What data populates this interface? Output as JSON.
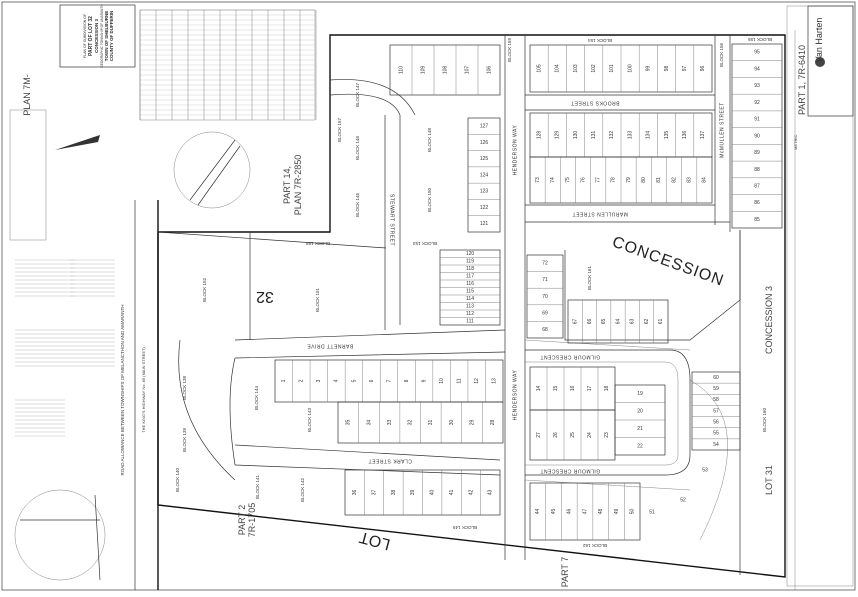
{
  "title_block": {
    "plan_label": "PLAN 7M-",
    "description": [
      "PLAN OF SUBDIVISION OF",
      "PART OF LOT 32",
      "CONCESSION 3",
      "GEOGRAPHIC TOWNSHIP OF AMARANTH",
      "TOWN OF SHELBURNE",
      "COUNTY OF DUFFERIN"
    ],
    "metric_label": "METRIC"
  },
  "firm": {
    "name": "Van Harten"
  },
  "highway": "THE KING'S HIGHWAY No. 89 (MAIN STREET)",
  "road_allowance": "ROAD ALLOWANCE BETWEEN TOWNSHIPS OF MELANCTHON AND AMARANTH",
  "big_labels": {
    "lot_number": "32",
    "lot_word": "LOT",
    "concession": "CONCESSION",
    "concession_right": "CONCESSION 3",
    "lot_right": "LOT 31"
  },
  "parts": {
    "part14": "PART 14,",
    "plan_7r2850": "PLAN 7R-2850",
    "part2": "PART 2",
    "plan_7r1705": "7R-1705",
    "part7": "PART 7",
    "part1": "PART 1, 7R-6410"
  },
  "streets": {
    "henderson": "HENDERSON WAY",
    "brooks": "BROOKS STREET",
    "mcmullen": "McMULLEN STREET",
    "marullen": "MARULLEN STREET",
    "stewart": "STEWART STREET",
    "barnett": "BARNETT DRIVE",
    "clark": "CLARK STREET",
    "gilmour1": "GILMOUR CRESCENT",
    "gilmour2": "GILMOUR CRESCENT"
  },
  "blocks": {
    "b147": "BLOCK 147",
    "b146": "BLOCK 146",
    "b145": "BLOCK 145",
    "b157": "BLOCK 157",
    "b152": "BLOCK 152",
    "b151": "BLOCK 151",
    "b158": "BLOCK 158",
    "b153": "BLOCK 153",
    "b144": "BLOCK 144",
    "b143": "BLOCK 143",
    "b139": "BLOCK 139",
    "b138": "BLOCK 138",
    "b140": "BLOCK 140",
    "b141": "BLOCK 141",
    "b142": "BLOCK 142",
    "b161": "BLOCK 161",
    "b160": "BLOCK 160",
    "b155": "BLOCK 155",
    "b156": "BLOCK 156",
    "b159": "BLOCK 159",
    "b154": "BLOCK 154",
    "b148": "BLOCK 148",
    "b150": "BLOCK 150",
    "b149": "BLOCK 149",
    "b162": "BLOCK 162"
  },
  "lots": {
    "row_96_105": [
      "105",
      "104",
      "103",
      "102",
      "101",
      "100",
      "99",
      "98",
      "97",
      "96"
    ],
    "row_128_137": [
      "128",
      "129",
      "130",
      "131",
      "132",
      "133",
      "134",
      "135",
      "136",
      "137"
    ],
    "row_73_84": [
      "73",
      "74",
      "75",
      "76",
      "77",
      "78",
      "79",
      "80",
      "81",
      "82",
      "83",
      "84"
    ],
    "col_85_95": [
      "95",
      "94",
      "93",
      "92",
      "91",
      "90",
      "89",
      "88",
      "87",
      "86",
      "85"
    ],
    "row_106_110": [
      "110",
      "109",
      "108",
      "107",
      "106"
    ],
    "col_121_127": [
      "127",
      "126",
      "125",
      "124",
      "123",
      "122",
      "121"
    ],
    "col_111_120": [
      "120",
      "119",
      "118",
      "117",
      "116",
      "115",
      "114",
      "113",
      "112",
      "111"
    ],
    "row_1_13": [
      "1",
      "2",
      "3",
      "4",
      "5",
      "6",
      "7",
      "8",
      "9",
      "10",
      "11",
      "12",
      "13"
    ],
    "row_28_35": [
      "35",
      "34",
      "33",
      "32",
      "31",
      "30",
      "29",
      "28"
    ],
    "row_36_43": [
      "36",
      "37",
      "38",
      "39",
      "40",
      "41",
      "42",
      "43"
    ],
    "col_68_72": [
      "72",
      "71",
      "70",
      "69",
      "68"
    ],
    "row_61_67": [
      "67",
      "66",
      "65",
      "64",
      "63",
      "62",
      "61"
    ],
    "col_54_60": [
      "60",
      "59",
      "58",
      "57",
      "56",
      "55",
      "54"
    ],
    "row_14_18": [
      "14",
      "15",
      "16",
      "17",
      "18"
    ],
    "col_19_22": [
      "19",
      "20",
      "21",
      "22"
    ],
    "row_23_27": [
      "27",
      "26",
      "25",
      "24",
      "23"
    ],
    "row_44_50": [
      "44",
      "45",
      "46",
      "47",
      "48",
      "49",
      "50"
    ],
    "arc_51_53": [
      "51",
      "52",
      "53"
    ]
  }
}
